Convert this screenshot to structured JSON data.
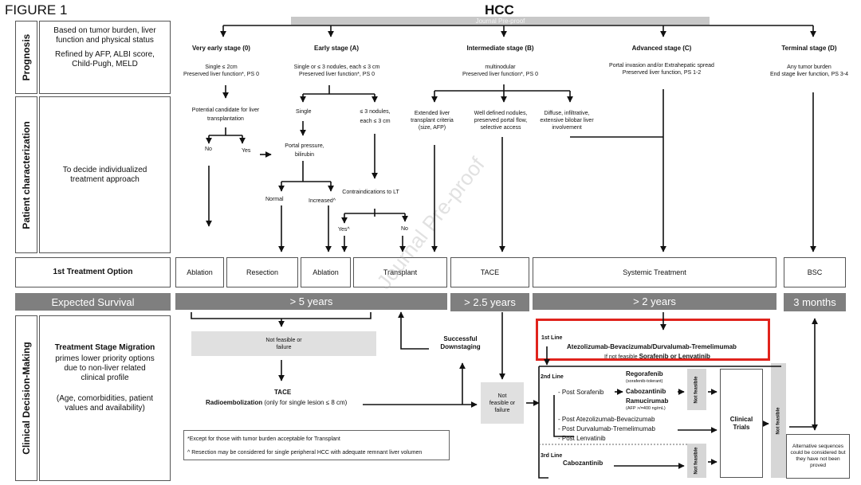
{
  "figure_label": "FIGURE 1",
  "title": "HCC",
  "watermark_top": "Journal Pre-proof",
  "watermark_diag": "Journal Pre-proof",
  "rows": {
    "prognosis": "Prognosis",
    "patient": "Patient characterization",
    "clinical": "Clinical Decision-Making"
  },
  "left_boxes": {
    "prognosis_text1": "Based on tumor burden, liver function and physical status",
    "prognosis_text2": "Refined by AFP,  ALBI score, Child-Pugh, MELD",
    "patient_text": "To decide individualized treatment approach",
    "treatment_option": "1st Treatment Option",
    "expected_survival": "Expected Survival",
    "migration_title": "Treatment Stage Migration",
    "migration_text": "primes lower priority options due to non-liver related clinical profile",
    "migration_text2": "(Age, comorbidities, patient values and  availability)"
  },
  "stages": [
    {
      "title": "Very early stage (0)",
      "desc": "Single ≤ 2cm\nPreserved liver function*, PS 0"
    },
    {
      "title": "Early stage (A)",
      "desc": "Single or ≤ 3 nodules, each ≤ 3 cm\nPreserved liver function*, PS 0"
    },
    {
      "title": "Intermediate  stage (B)",
      "desc": "multinodular\nPreserved liver function*, PS 0"
    },
    {
      "title": "Advanced  stage (C)",
      "desc": "Portal invasion  and/or Extrahepatic spread\nPreserved liver function, PS 1-2"
    },
    {
      "title": "Terminal stage (D)",
      "desc": "Any tumor burden\nEnd stage liver function, PS 3-4"
    }
  ],
  "flow": {
    "potential_candidate": "Potential candidate for liver transplantation",
    "no1": "No",
    "yes1": "Yes",
    "single": "Single",
    "le3_nodules": "≤ 3 nodules, each ≤ 3 cm",
    "portal_pressure": "Portal pressure, bilirubin",
    "normal": "Normal",
    "increased": "Increased^",
    "contraindications": "Contraindications to LT",
    "yes2": "Yes^",
    "no2": "No",
    "extended_criteria": "Extended liver transplant criteria (size, AFP)",
    "well_defined": "Well defined nodules, preserved portal flow, selective access",
    "diffuse": "Diffuse, infiltrative, extensive bilobar liver involvement"
  },
  "treatments": {
    "ablation1": "Ablation",
    "resection": "Resection",
    "ablation2": "Ablation",
    "transplant": "Transplant",
    "tace": "TACE",
    "systemic": "Systemic Treatment",
    "bsc": "BSC"
  },
  "survival": {
    "s1": "> 5 years",
    "s2": "> 2.5 years",
    "s3": "> 2 years",
    "s4": "3 months"
  },
  "decision": {
    "not_feasible_failure": "Not feasible or failure",
    "successful_downstaging": "Successful Downstaging",
    "tace2": "TACE",
    "radioembolization_bold": "Radioembolization",
    "radioembolization_rest": " (only  for single lesion ≤ 8 cm)",
    "not_feasible_or_failure": "Not feasible or failure",
    "footnote1": "*Except for  those with tumor burden acceptable for Transplant",
    "footnote2": "^ Resection may be considered for single peripheral HCC with adequate remnant liver volumen",
    "first_line_label": "1st Line",
    "first_line_drug": "Atezolizumab-Bevacizumab/Durvalumab-Tremelimumab",
    "first_line_alt_prefix": "If not feasible ",
    "first_line_alt": "Sorafenib or Lenvatinib",
    "second_line_label": "2nd Line",
    "post_sorafenib": "- Post Sorafenib",
    "regorafenib": "Regorafenib",
    "regorafenib_note": "(sorafenib-tolerant)",
    "cabozantinib": "Cabozantinib",
    "ramucirumab": "Ramucirumab",
    "ramucirumab_note": "(AFP >/=400 ng/mL)",
    "post_atezo": "- Post Atezolizumab-Bevacizumab",
    "post_durva": "- Post Durvalumab-Tremelimumab",
    "post_lenva": "- Post Lenvatinib",
    "third_line_label": "3rd Line",
    "cabozantinib3": "Cabozantinib",
    "not_feasible_a": "Not feasible",
    "not_feasible_b": "Not feasible",
    "not_feasible_c": "Not feasible",
    "clinical_trials": "Clinical Trials",
    "alternative": "Alternative sequences could be considered but they have not been proved"
  },
  "colors": {
    "gray_bar": "#7f7f7f",
    "red_frame": "#e0231c",
    "light_box": "#e0e0e0"
  }
}
